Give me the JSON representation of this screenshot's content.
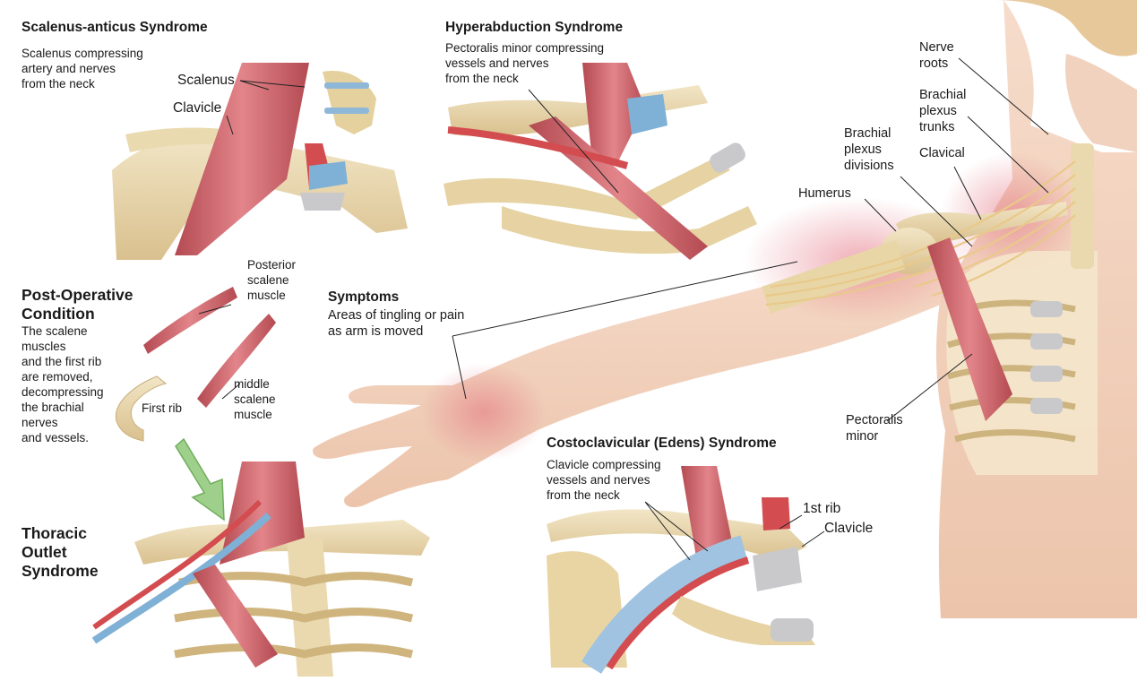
{
  "panels": {
    "scalenus": {
      "title": "Scalenus-anticus Syndrome",
      "desc": "Scalenus compressing\nartery and nerves\nfrom the neck",
      "labels": {
        "scalenus": "Scalenus",
        "clavicle": "Clavicle"
      }
    },
    "hyperabduction": {
      "title": "Hyperabduction Syndrome",
      "desc": "Pectoralis minor compressing\nvessels and nerves\nfrom the neck"
    },
    "post_op": {
      "title": "Post-Operative\nCondition",
      "desc": "The scalene\nmuscles\nand the first rib\nare removed,\ndecompressing\nthe brachial\nnerves\nand vessels.",
      "labels": {
        "posterior": "Posterior\nscalene\nmuscle",
        "middle": "middle\nscalene\nmuscle",
        "first_rib": "First rib"
      }
    },
    "symptoms": {
      "title": "Symptoms",
      "desc": "Areas of tingling or pain\nas arm is moved"
    },
    "thoracic": {
      "title": "Thoracic\nOutlet\nSyndrome"
    },
    "costo": {
      "title": "Costoclavicular (Edens) Syndrome",
      "desc": "Clavicle compressing\nvessels and nerves\nfrom the neck",
      "labels": {
        "first_rib": "1st rib",
        "clavicle": "Clavicle"
      }
    },
    "figure": {
      "labels": {
        "nerve_roots": "Nerve\nroots",
        "brachial_trunks": "Brachial\nplexus\ntrunks",
        "brachial_divisions": "Brachial\nplexus\ndivisions",
        "clavical": "Clavical",
        "humerus": "Humerus",
        "pectoralis": "Pectoralis\nminor"
      }
    }
  },
  "colors": {
    "bone": "#e9d9b0",
    "muscle": "#c9646a",
    "artery": "#d9534f",
    "vein": "#7fb0d6",
    "nerve": "#f0d89a",
    "skin": "#f3d3bf",
    "pain": "#e88a94",
    "arrow": "#8fca7a",
    "cartilage": "#c9c9cc"
  }
}
